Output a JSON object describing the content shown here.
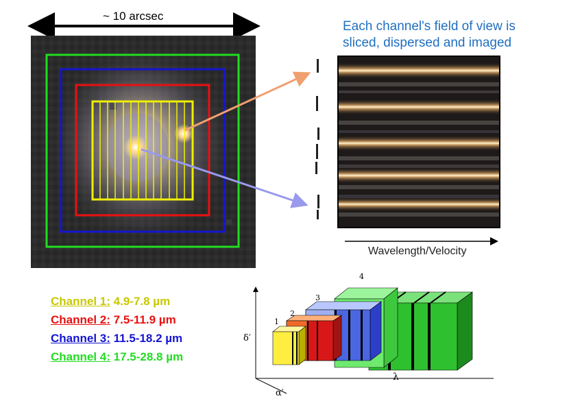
{
  "scale_bar": {
    "label": "~ 10 arcsec"
  },
  "caption": {
    "line1": "Each channel's field of view is",
    "line2": "sliced, dispersed and imaged"
  },
  "spectrum_axis": {
    "label": "Wavelength/Velocity"
  },
  "channels": [
    {
      "name": "Channel 1:",
      "range": "4.9-7.8 µm",
      "color": "#c8c800"
    },
    {
      "name": "Channel 2:",
      "range": "7.5-11.9 µm",
      "color": "#e81010"
    },
    {
      "name": "Channel 3:",
      "range": "11.5-18.2 µm",
      "color": "#1414d2"
    },
    {
      "name": "Channel 4:",
      "range": "17.5-28.8 µm",
      "color": "#22dd22"
    }
  ],
  "cube_diagram": {
    "axis_delta": "δ′",
    "axis_alpha": "α′",
    "axis_lambda": "λ",
    "labels": [
      "1",
      "2",
      "3",
      "4"
    ]
  },
  "colors": {
    "scale_arrow": "#000000",
    "caption_text": "#1f6fbf",
    "arrow_top": "#f0a070",
    "arrow_bottom": "#9999ee"
  }
}
